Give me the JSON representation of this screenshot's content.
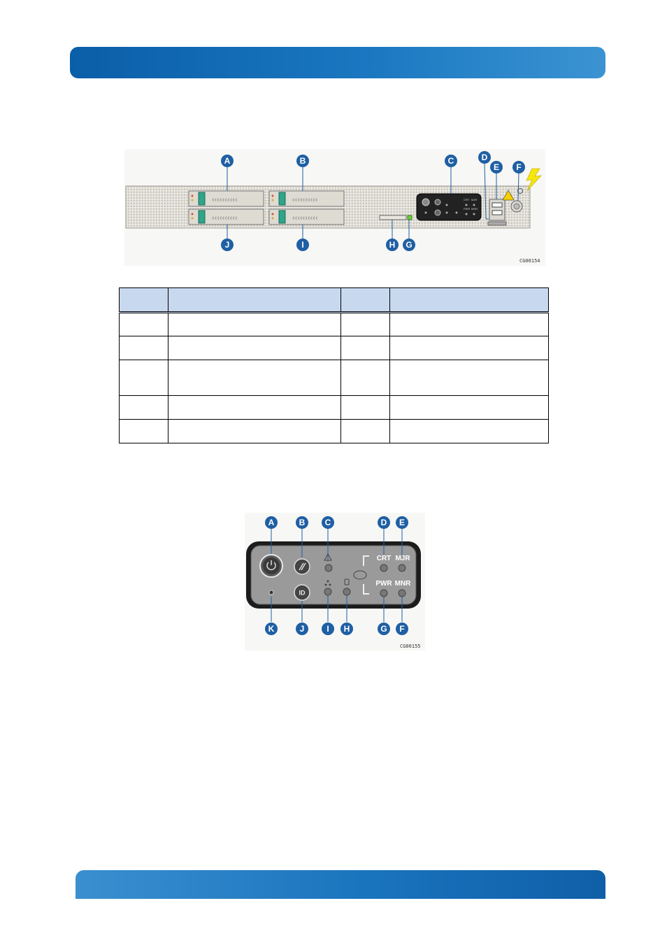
{
  "figure1": {
    "callouts_top": [
      "A",
      "B",
      "C",
      "D",
      "E",
      "F"
    ],
    "callouts_bottom": [
      "J",
      "I",
      "H",
      "G"
    ],
    "caption": "CG00154",
    "panel_labels": [
      "CRT",
      "MJR",
      "PWR",
      "MNR"
    ]
  },
  "table": {
    "header": [
      "",
      "",
      "",
      ""
    ],
    "rows": [
      [
        "",
        "",
        "",
        ""
      ],
      [
        "",
        "",
        "",
        ""
      ],
      [
        "",
        "",
        "",
        ""
      ],
      [
        "",
        "",
        "",
        ""
      ],
      [
        "",
        "",
        "",
        ""
      ]
    ]
  },
  "figure2": {
    "callouts_top": [
      "A",
      "B",
      "C",
      "D",
      "E"
    ],
    "callouts_bottom": [
      "K",
      "J",
      "I",
      "H",
      "G",
      "F"
    ],
    "led_labels": {
      "crt": "CRT",
      "mjr": "MJR",
      "pwr": "PWR",
      "mnr": "MNR"
    },
    "id_button_label": "ID",
    "caption": "CG00155"
  },
  "colors": {
    "banner": "#1a74bd",
    "callout": "#1f5fa4",
    "table_header": "#c8d8ef"
  }
}
